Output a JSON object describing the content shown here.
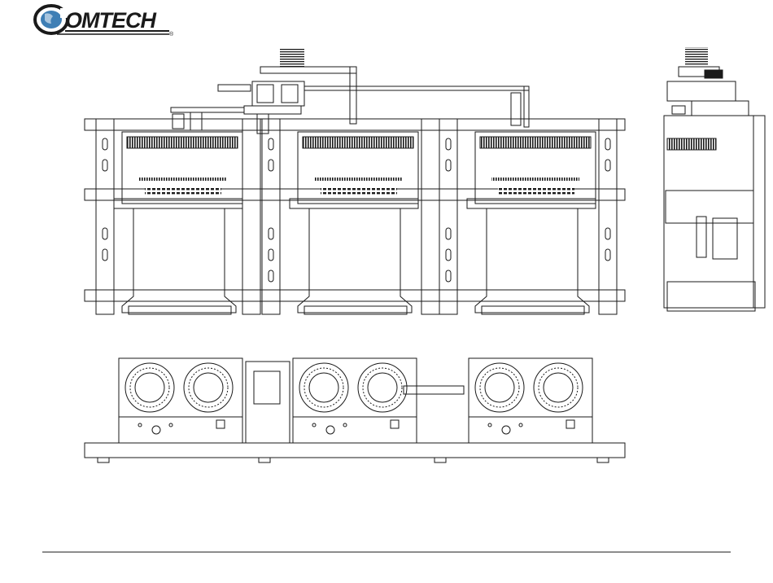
{
  "logo": {
    "text": "OMTECH",
    "registered": "®",
    "colors": {
      "globe": "#3f7fb5",
      "ink": "#1a1a1a"
    }
  },
  "drawing": {
    "units_front": 3,
    "units_bottom": 3,
    "fans_per_unit": 2,
    "line_color": "#1a1a1a"
  }
}
